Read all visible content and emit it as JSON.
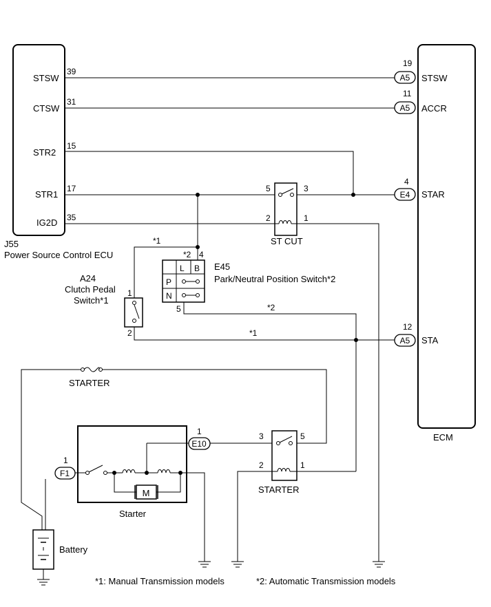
{
  "ecu": {
    "code": "J55",
    "name": "Power Source Control ECU",
    "pins": [
      {
        "label": "STSW",
        "num": "39"
      },
      {
        "label": "CTSW",
        "num": "31"
      },
      {
        "label": "STR2",
        "num": "15"
      },
      {
        "label": "STR1",
        "num": "17"
      },
      {
        "label": "IG2D",
        "num": "35"
      }
    ]
  },
  "ecm": {
    "name": "ECM",
    "pins": [
      {
        "num": "19",
        "connector": "A5",
        "label": "STSW"
      },
      {
        "num": "11",
        "connector": "A5",
        "label": "ACCR"
      },
      {
        "num": "4",
        "connector": "E4",
        "label": "STAR"
      },
      {
        "num": "12",
        "connector": "A5",
        "label": "STA"
      }
    ]
  },
  "st_cut": {
    "name": "ST CUT",
    "pins": [
      "5",
      "3",
      "2",
      "1"
    ]
  },
  "pnp_switch": {
    "code": "E45",
    "name": "Park/Neutral Position Switch*2",
    "header": [
      "L",
      "B"
    ],
    "rows": [
      "P",
      "N"
    ],
    "pin_top_a": "*2",
    "pin_top_b": "4",
    "pin_bottom": "5"
  },
  "clutch_switch": {
    "code": "A24",
    "name_line1": "Clutch Pedal",
    "name_line2": "Switch*1",
    "pin_top": "1",
    "pin_bottom": "2"
  },
  "wire_notes": {
    "manual": "*1",
    "auto": "*2"
  },
  "fuse": {
    "name": "STARTER"
  },
  "starter_relay": {
    "name": "STARTER",
    "pins": [
      "3",
      "5",
      "2",
      "1"
    ]
  },
  "starter": {
    "name": "Starter",
    "connector_f1": "F1",
    "connector_f1_pin": "1",
    "connector_e10": "E10",
    "connector_e10_pin": "1",
    "motor": "M"
  },
  "battery": {
    "name": "Battery"
  },
  "footnotes": {
    "manual": "*1: Manual Transmission models",
    "auto": "*2: Automatic Transmission models"
  }
}
